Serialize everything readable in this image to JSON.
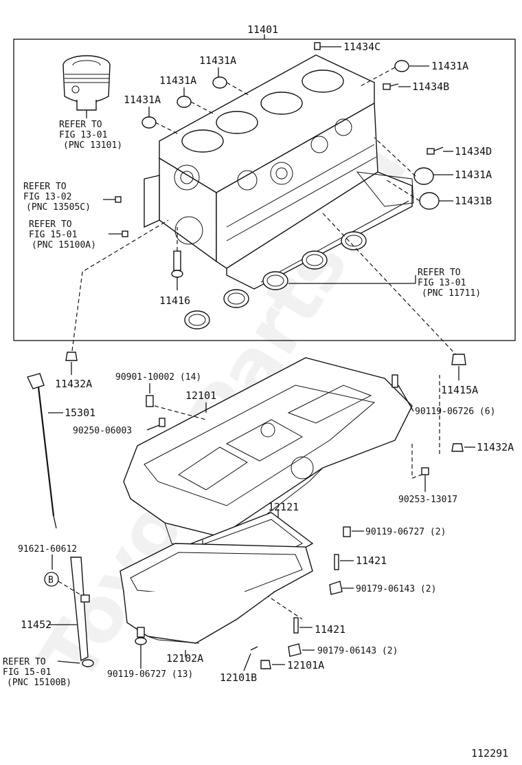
{
  "diagram": {
    "frame_label": "11401",
    "figure_number": "112291",
    "watermark": "ToyotaPartsRu",
    "callouts": {
      "c11434C": "11434C",
      "c11431A_a": "11431A",
      "c11431A_b": "11431A",
      "c11431A_c": "11431A",
      "c11431A_d": "11431A",
      "c11431A_e": "11431A",
      "c11434B": "11434B",
      "c11434D": "11434D",
      "c11431B": "11431B",
      "c11416": "11416",
      "c11432A_a": "11432A",
      "c11432A_b": "11432A",
      "c11415A": "11415A",
      "c15301": "15301",
      "c12101": "12101",
      "c90901": "90901-10002 (14)",
      "c90250": "90250-06003",
      "c90119_6": "90119-06726 (6)",
      "c90253": "90253-13017",
      "c12121": "12121",
      "c90119_2": "90119-06727 (2)",
      "c91621": "91621-60612",
      "cB": "B",
      "c11421_a": "11421",
      "c90179_a": "90179-06143 (2)",
      "c11452": "11452",
      "c11421_b": "11421",
      "c90179_b": "90179-06143 (2)",
      "c12102A": "12102A",
      "c90119_13": "90119-06727 (13)",
      "c12101B": "12101B",
      "c12101A": "12101A"
    },
    "refs": {
      "r1": [
        "REFER TO",
        "FIG 13-01",
        "(PNC 13101)"
      ],
      "r2": [
        "REFER TO",
        "FIG 13-02",
        "(PNC 13505C)"
      ],
      "r3": [
        "REFER TO",
        "FIG 15-01",
        "(PNC 15100A)"
      ],
      "r4": [
        "REFER TO",
        "FIG 13-01",
        "(PNC 11711)"
      ],
      "r5": [
        "REFER TO",
        "FIG 15-01",
        "(PNC 15100B)"
      ]
    }
  }
}
